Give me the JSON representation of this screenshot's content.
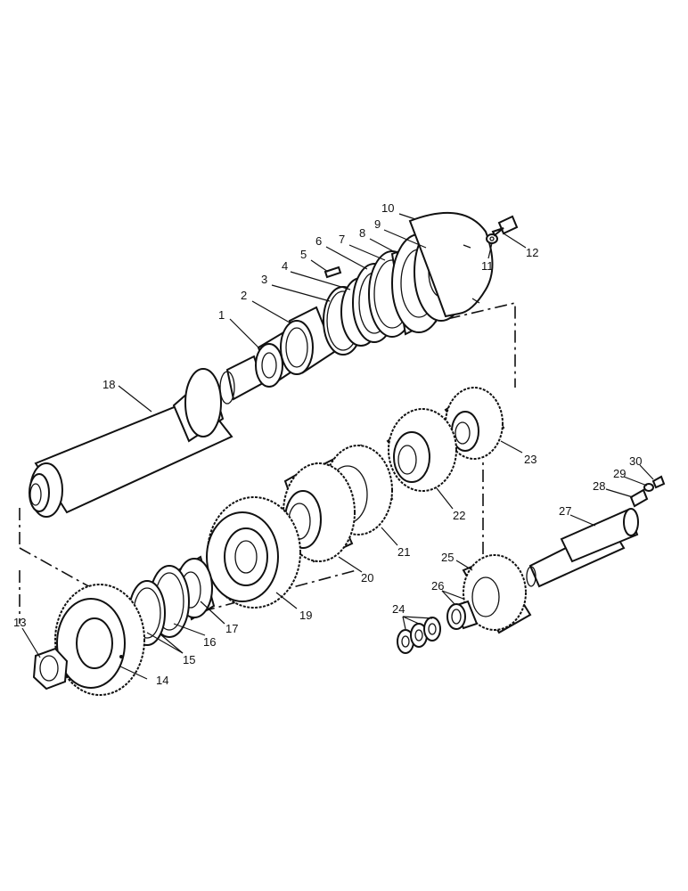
{
  "colors": {
    "ink": "#111111",
    "paper": "#ffffff"
  },
  "callouts": [
    {
      "id": "1",
      "label": "1"
    },
    {
      "id": "2",
      "label": "2"
    },
    {
      "id": "3",
      "label": "3"
    },
    {
      "id": "4",
      "label": "4"
    },
    {
      "id": "5",
      "label": "5"
    },
    {
      "id": "6",
      "label": "6"
    },
    {
      "id": "7",
      "label": "7"
    },
    {
      "id": "8",
      "label": "8"
    },
    {
      "id": "9",
      "label": "9"
    },
    {
      "id": "10",
      "label": "10"
    },
    {
      "id": "11",
      "label": "11"
    },
    {
      "id": "12",
      "label": "12"
    },
    {
      "id": "13",
      "label": "13"
    },
    {
      "id": "14",
      "label": "14"
    },
    {
      "id": "15",
      "label": "15"
    },
    {
      "id": "16",
      "label": "16"
    },
    {
      "id": "17",
      "label": "17"
    },
    {
      "id": "18",
      "label": "18"
    },
    {
      "id": "19",
      "label": "19"
    },
    {
      "id": "20",
      "label": "20"
    },
    {
      "id": "21",
      "label": "21"
    },
    {
      "id": "22",
      "label": "22"
    },
    {
      "id": "23",
      "label": "23"
    },
    {
      "id": "24",
      "label": "24"
    },
    {
      "id": "25",
      "label": "25"
    },
    {
      "id": "26",
      "label": "26"
    },
    {
      "id": "27",
      "label": "27"
    },
    {
      "id": "28",
      "label": "28"
    },
    {
      "id": "29",
      "label": "29"
    },
    {
      "id": "30",
      "label": "30"
    }
  ]
}
